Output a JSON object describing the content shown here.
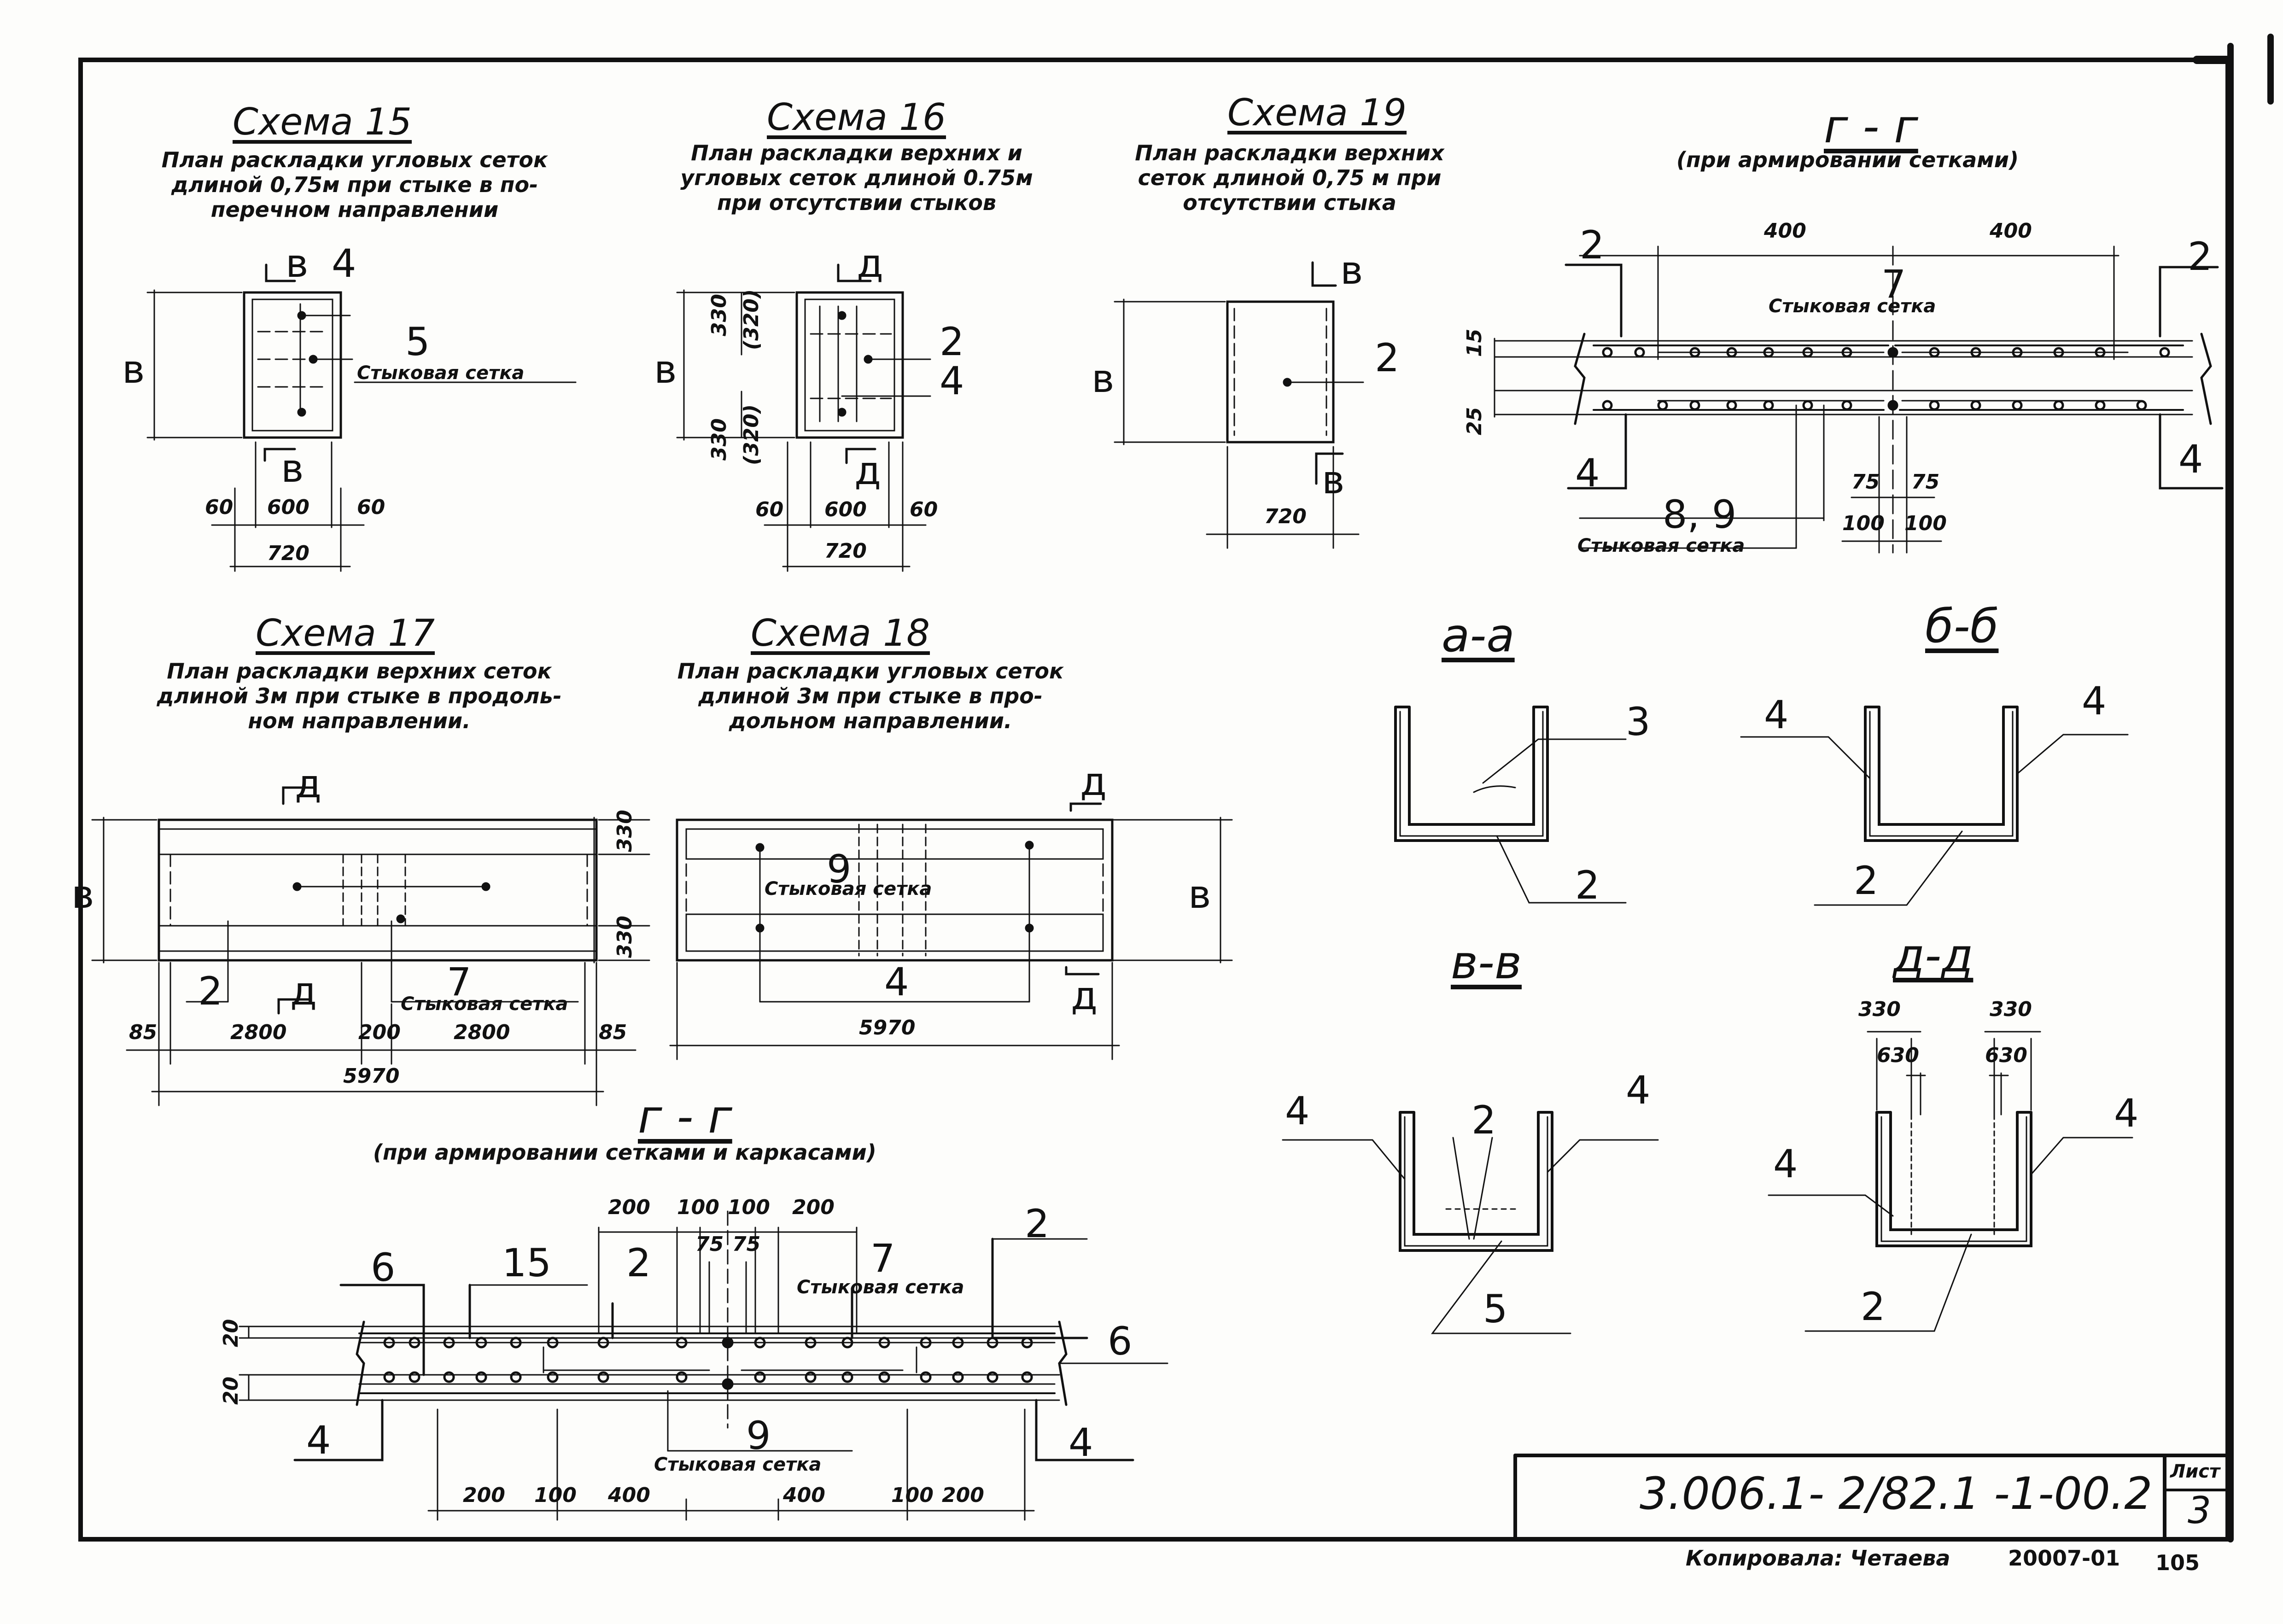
{
  "schemes": {
    "s15": {
      "title": "Схема 15",
      "caption": "План раскладки угловых сеток\nдлиной 0,75м при стыке в по-\nперечном направлении",
      "marks": {
        "section_top": "в",
        "ref_4": "4",
        "ref_5": "5",
        "joint_mesh": "Стыковая сетка",
        "b": "в",
        "section_bottom": "в"
      },
      "dims": {
        "d60a": "60",
        "d600": "600",
        "d60b": "60",
        "d720": "720"
      }
    },
    "s16": {
      "title": "Схема 16",
      "caption": "План раскладки верхних и\nугловых сеток длиной 0.75м\nпри отсутствии стыков",
      "marks": {
        "section_top": "д",
        "ref_2": "2",
        "ref_4": "4",
        "b": "в",
        "section_bottom": "д"
      },
      "dims": {
        "v330a": "330",
        "v320a": "(320)",
        "v330b": "330",
        "v320b": "(320)",
        "d60a": "60",
        "d600": "600",
        "d60b": "60",
        "d720": "720"
      }
    },
    "s19": {
      "title": "Схема 19",
      "caption": "План раскладки верхних\nсеток длиной 0,75 м при\nотсутствии стыка",
      "marks": {
        "section_top": "в",
        "ref_2": "2",
        "b": "в",
        "section_bottom": "в"
      },
      "dims": {
        "d720": "720"
      }
    },
    "s17": {
      "title": "Схема 17",
      "caption": "План раскладки верхних сеток\nдлиной 3м при стыке в продоль-\nном направлении.",
      "marks": {
        "section_top": "д",
        "ref_2": "2",
        "section_mid": "д",
        "ref_7": "7",
        "joint_mesh": "Стыковая сетка",
        "b": "в"
      },
      "dims": {
        "v330a": "330",
        "v330b": "330",
        "d85a": "85",
        "d2800a": "2800",
        "d200": "200",
        "d2800b": "2800",
        "d85b": "85",
        "d5970": "5970"
      }
    },
    "s18": {
      "title": "Схема 18",
      "caption": "План раскладки угловых сеток\nдлиной 3м при стыке в про-\nдольном направлении.",
      "marks": {
        "section_top": "д",
        "ref_9": "9",
        "joint_mesh": "Стыковая сетка",
        "ref_4": "4",
        "section_bottom": "д",
        "b": "в"
      },
      "dims": {
        "d5970": "5970"
      }
    }
  },
  "gg_meshes": {
    "title": "г - г",
    "subtitle": "(при армировании сетками)",
    "marks": {
      "l2": "2",
      "r2": "2",
      "l4": "4",
      "r4": "4",
      "ref_7": "7",
      "joint_top": "Стыковая сетка",
      "ref_89": "8, 9",
      "joint_bottom": "Стыковая сетка"
    },
    "dims": {
      "d400a": "400",
      "d400b": "400",
      "v15": "15",
      "v25": "25",
      "d75a": "75",
      "d75b": "75",
      "d100a": "100",
      "d100b": "100"
    }
  },
  "gg_frames": {
    "title": "г - г",
    "subtitle": "(при армировании сетками и каркасами)",
    "marks": {
      "ref_6": "6",
      "ref_15": "15",
      "ref_2a": "2",
      "ref_7": "7",
      "ref_2b": "2",
      "joint_top": "Стыковая сетка",
      "ref_6r": "6",
      "ref_4l": "4",
      "ref_9": "9",
      "joint_bottom": "Стыковая сетка",
      "ref_4r": "4"
    },
    "dims": {
      "t200a": "200",
      "t100a": "100",
      "t100b": "100",
      "t200b": "200",
      "t75a": "75",
      "t75b": "75",
      "v20a": "20",
      "v20b": "20",
      "b200a": "200",
      "b100a": "100",
      "b400a": "400",
      "b400b": "400",
      "b100b": "100",
      "b200b": "200"
    }
  },
  "sections": {
    "aa": {
      "title": "а-а",
      "ref_3": "3",
      "ref_2": "2"
    },
    "bb": {
      "title": "б-б",
      "ref_4l": "4",
      "ref_4r": "4",
      "ref_2": "2"
    },
    "vv": {
      "title": "в-в",
      "ref_4l": "4",
      "ref_2": "2",
      "ref_4r": "4",
      "ref_5": "5"
    },
    "dd": {
      "title": "д-д",
      "d330a": "330",
      "d630a": "630",
      "d330b": "330",
      "d630b": "630",
      "ref_4a": "4",
      "ref_4b": "4",
      "ref_2": "2"
    }
  },
  "title_block": {
    "code": "3.006.1- 2/82.1 -1-00.2",
    "sheet_label": "Лист",
    "sheet_number": "3"
  },
  "footer": {
    "copied": "Копировала: Четаева",
    "order": "20007-01",
    "page": "105"
  }
}
